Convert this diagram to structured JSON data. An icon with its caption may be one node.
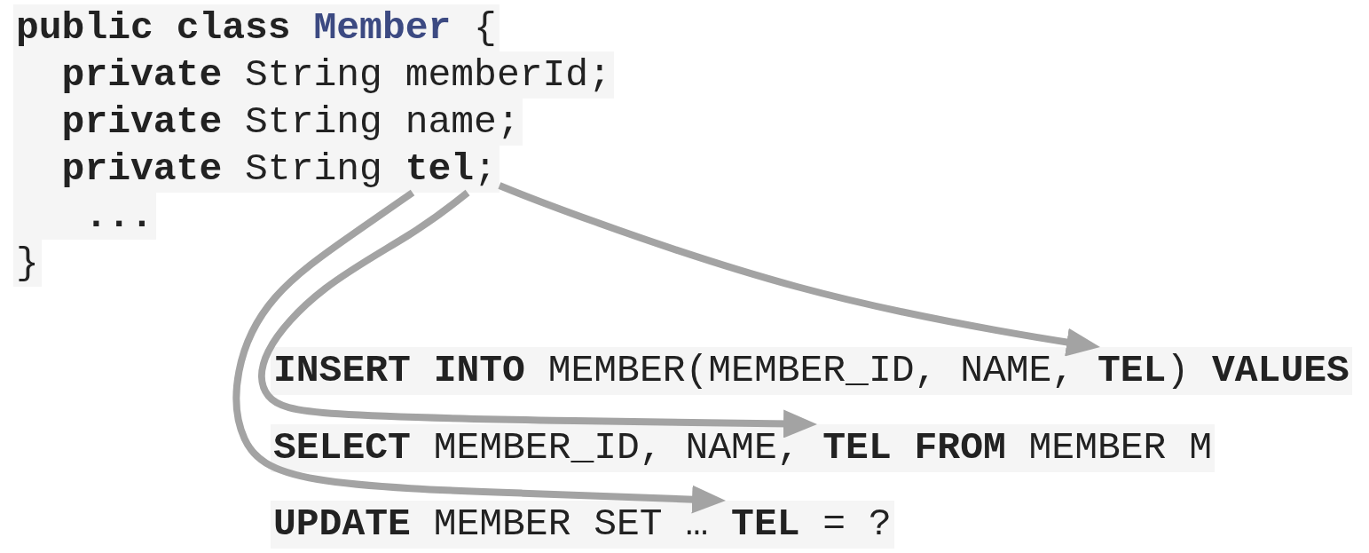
{
  "diagram": {
    "nodes": [
      {
        "text": [
          "**public class** **Member** {"
        ]
      },
      {
        "text": [
          "**private** String memberId;"
        ]
      },
      {
        "text": [
          "**private** String name;"
        ]
      },
      {
        "text": [
          "**private** String **tel**;"
        ]
      },
      {
        "text": [
          "..."
        ]
      },
      {
        "text": [
          "}"
        ]
      },
      {
        "text": [
          "**INSERT INTO** MEMBER(MEMBER_ID, NAME, **TEL**) **VALUES**"
        ]
      },
      {
        "text": [
          "**SELECT** MEMBER_ID, NAME, **TEL FROM** MEMBER M"
        ]
      },
      {
        "text": [
          "**UPDATE** MEMBER SET … **TEL** = ?"
        ]
      }
    ],
    "edges": [
      {
        "from": 3,
        "to": 6,
        "arrow": "to"
      },
      {
        "from": 3,
        "to": 7,
        "arrow": "to"
      },
      {
        "from": 3,
        "to": 8,
        "arrow": "to"
      }
    ]
  }
}
